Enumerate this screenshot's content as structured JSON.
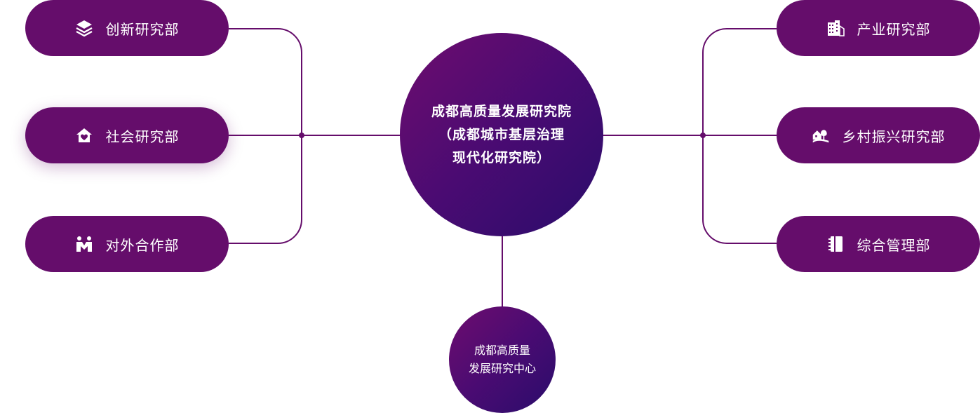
{
  "center": {
    "line1": "成都高质量发展研究院",
    "line2": "（成都城市基层治理",
    "line3": "现代化研究院）"
  },
  "sub_center": {
    "line1": "成都高质量",
    "line2": "发展研究中心"
  },
  "left_departments": [
    {
      "label": "创新研究部",
      "icon": "layers-icon"
    },
    {
      "label": "社会研究部",
      "icon": "home-heart-icon"
    },
    {
      "label": "对外合作部",
      "icon": "people-icon"
    }
  ],
  "right_departments": [
    {
      "label": "产业研究部",
      "icon": "buildings-icon"
    },
    {
      "label": "乡村振兴研究部",
      "icon": "village-icon"
    },
    {
      "label": "综合管理部",
      "icon": "notebook-icon"
    }
  ],
  "colors": {
    "pill": "#650d6b",
    "line": "#650d6b",
    "gradient_start": "#6e0d6e",
    "gradient_end": "#2a0d6b"
  }
}
